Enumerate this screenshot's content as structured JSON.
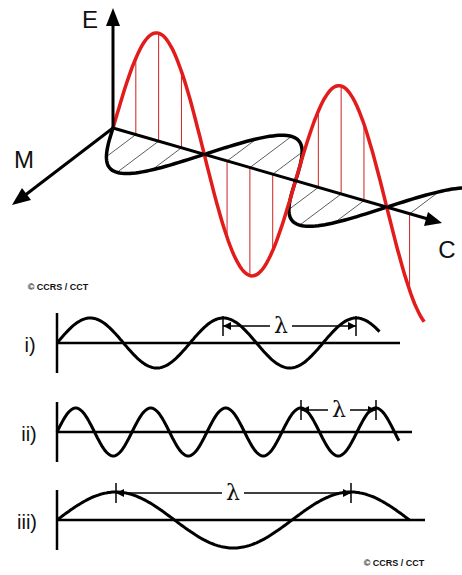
{
  "diagram": {
    "labels": [
      "E",
      "M",
      "C",
      "© CCRS / CCT",
      "i)",
      "λ",
      "ii)",
      "λ",
      "iii)",
      "λ",
      "© CCRS / CCT"
    ]
  }
}
